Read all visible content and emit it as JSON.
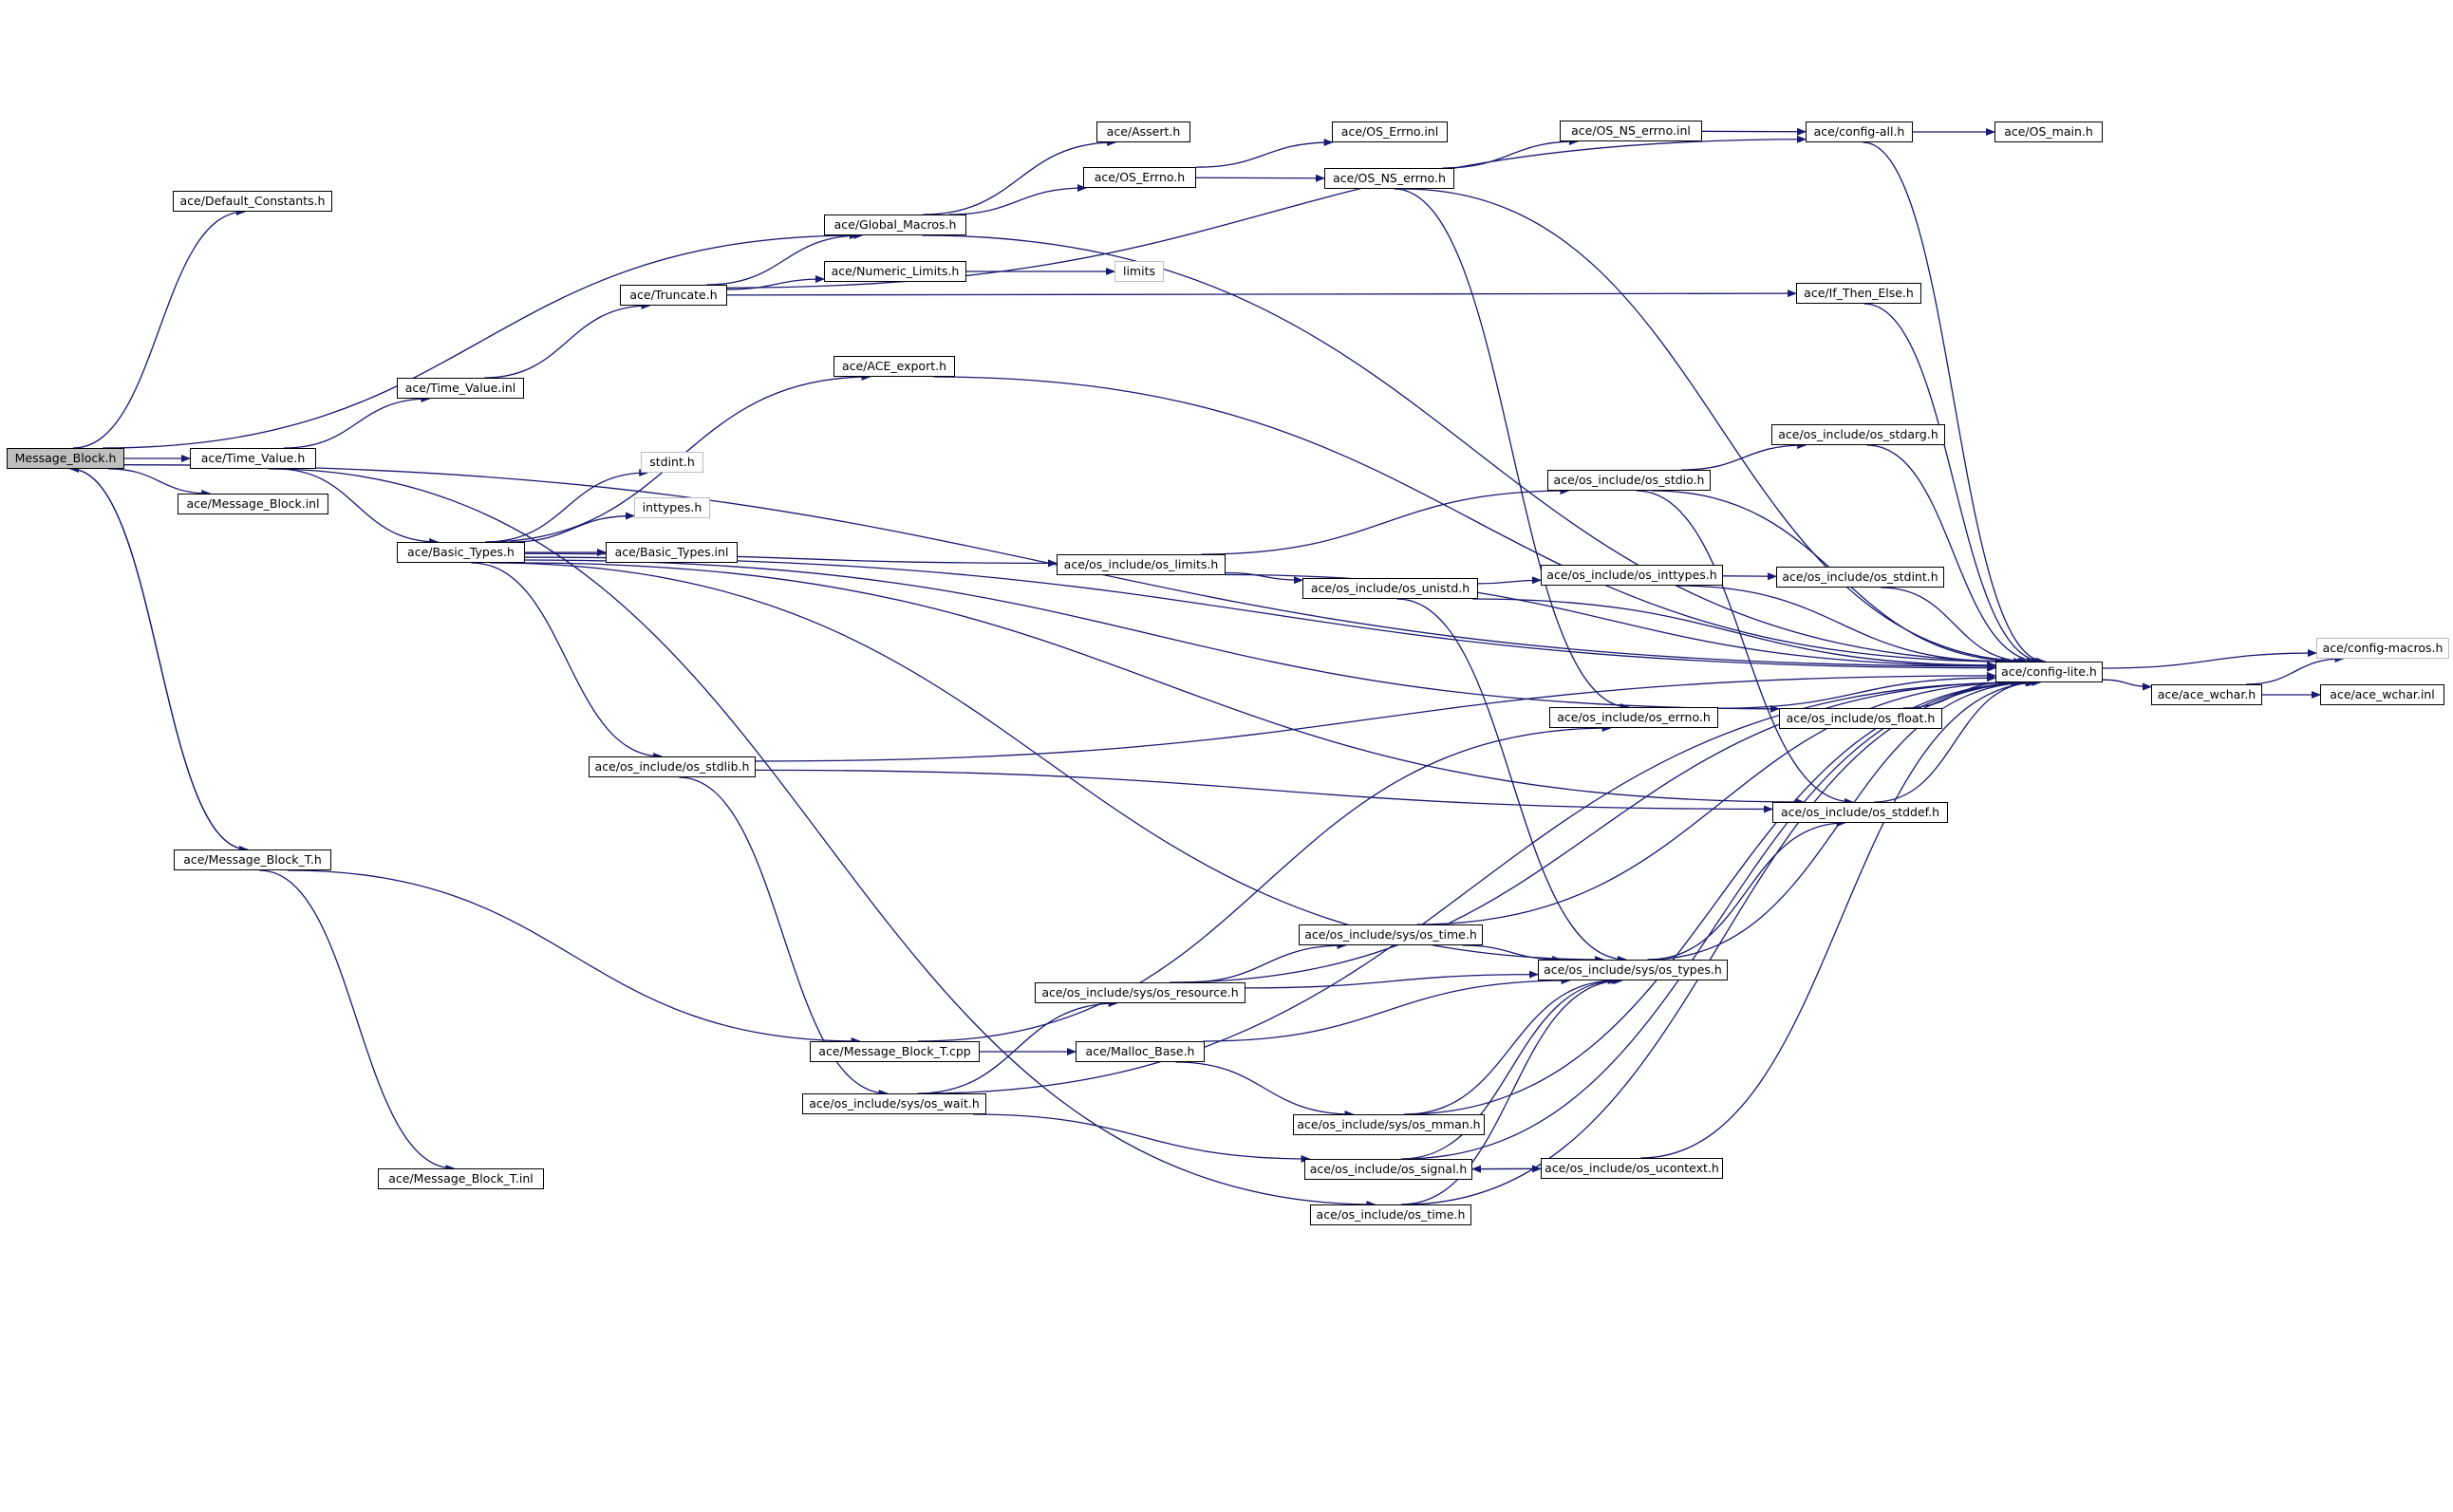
{
  "graph": {
    "nodes": {
      "message_block_h": "Message_Block.h",
      "default_constants_h": "ace/Default_Constants.h",
      "time_value_h": "ace/Time_Value.h",
      "message_block_inl": "ace/Message_Block.inl",
      "message_block_t_h": "ace/Message_Block_T.h",
      "message_block_t_inl": "ace/Message_Block_T.inl",
      "time_value_inl": "ace/Time_Value.inl",
      "basic_types_h": "ace/Basic_Types.h",
      "truncate_h": "ace/Truncate.h",
      "global_macros_h": "ace/Global_Macros.h",
      "numeric_limits_h": "ace/Numeric_Limits.h",
      "limits": "limits",
      "ace_export_h": "ace/ACE_export.h",
      "stdint_h": "stdint.h",
      "inttypes_h": "inttypes.h",
      "basic_types_inl": "ace/Basic_Types.inl",
      "os_stdlib_h": "ace/os_include/os_stdlib.h",
      "message_block_t_cpp": "ace/Message_Block_T.cpp",
      "os_wait_h": "ace/os_include/sys/os_wait.h",
      "assert_h": "ace/Assert.h",
      "os_errno_upper_h": "ace/OS_Errno.h",
      "os_errno_upper_inl": "ace/OS_Errno.inl",
      "os_ns_errno_h": "ace/OS_NS_errno.h",
      "os_ns_errno_inl": "ace/OS_NS_errno.inl",
      "config_all_h": "ace/config-all.h",
      "os_main_h": "ace/OS_main.h",
      "if_then_else_h": "ace/If_Then_Else.h",
      "os_limits_h": "ace/os_include/os_limits.h",
      "os_unistd_h": "ace/os_include/os_unistd.h",
      "os_stdio_h": "ace/os_include/os_stdio.h",
      "os_stdarg_h": "ace/os_include/os_stdarg.h",
      "os_inttypes_h": "ace/os_include/os_inttypes.h",
      "os_stdint_h": "ace/os_include/os_stdint.h",
      "os_errno_h": "ace/os_include/os_errno.h",
      "os_float_h": "ace/os_include/os_float.h",
      "os_stddef_h": "ace/os_include/os_stddef.h",
      "sys_os_time_h": "ace/os_include/sys/os_time.h",
      "os_types_h": "ace/os_include/sys/os_types.h",
      "os_resource_h": "ace/os_include/sys/os_resource.h",
      "malloc_base_h": "ace/Malloc_Base.h",
      "os_mman_h": "ace/os_include/sys/os_mman.h",
      "os_signal_h": "ace/os_include/os_signal.h",
      "os_ucontext_h": "ace/os_include/os_ucontext.h",
      "os_time_h": "ace/os_include/os_time.h",
      "config_lite_h": "ace/config-lite.h",
      "config_macros_h": "ace/config-macros.h",
      "ace_wchar_h": "ace/ace_wchar.h",
      "ace_wchar_inl": "ace/ace_wchar.inl"
    },
    "edges": [
      [
        "message_block_h",
        "default_constants_h"
      ],
      [
        "message_block_h",
        "time_value_h"
      ],
      [
        "message_block_h",
        "message_block_inl"
      ],
      [
        "message_block_h",
        "message_block_t_h"
      ],
      [
        "message_block_h",
        "global_macros_h"
      ],
      [
        "message_block_h",
        "config_lite_h"
      ],
      [
        "message_block_t_h",
        "message_block_h"
      ],
      [
        "message_block_t_h",
        "message_block_t_inl"
      ],
      [
        "message_block_t_h",
        "message_block_t_cpp"
      ],
      [
        "time_value_h",
        "time_value_inl"
      ],
      [
        "time_value_h",
        "basic_types_h"
      ],
      [
        "time_value_h",
        "os_time_h"
      ],
      [
        "time_value_inl",
        "truncate_h"
      ],
      [
        "truncate_h",
        "global_macros_h"
      ],
      [
        "truncate_h",
        "numeric_limits_h"
      ],
      [
        "truncate_h",
        "if_then_else_h"
      ],
      [
        "truncate_h",
        "config_all_h"
      ],
      [
        "numeric_limits_h",
        "limits"
      ],
      [
        "global_macros_h",
        "assert_h"
      ],
      [
        "global_macros_h",
        "os_errno_upper_h"
      ],
      [
        "global_macros_h",
        "config_lite_h"
      ],
      [
        "os_errno_upper_h",
        "os_errno_upper_inl"
      ],
      [
        "os_errno_upper_h",
        "os_ns_errno_h"
      ],
      [
        "os_ns_errno_h",
        "os_ns_errno_inl"
      ],
      [
        "os_ns_errno_h",
        "os_errno_h"
      ],
      [
        "os_ns_errno_h",
        "config_lite_h"
      ],
      [
        "os_ns_errno_inl",
        "config_all_h"
      ],
      [
        "config_all_h",
        "os_main_h"
      ],
      [
        "config_all_h",
        "config_lite_h"
      ],
      [
        "if_then_else_h",
        "config_lite_h"
      ],
      [
        "basic_types_h",
        "ace_export_h"
      ],
      [
        "basic_types_h",
        "stdint_h"
      ],
      [
        "basic_types_h",
        "inttypes_h"
      ],
      [
        "basic_types_h",
        "basic_types_inl"
      ],
      [
        "basic_types_h",
        "os_limits_h"
      ],
      [
        "basic_types_h",
        "os_stdlib_h"
      ],
      [
        "basic_types_h",
        "os_float_h"
      ],
      [
        "basic_types_h",
        "os_stddef_h"
      ],
      [
        "basic_types_h",
        "os_types_h"
      ],
      [
        "basic_types_h",
        "config_lite_h"
      ],
      [
        "ace_export_h",
        "config_lite_h"
      ],
      [
        "os_limits_h",
        "os_unistd_h"
      ],
      [
        "os_limits_h",
        "os_stdio_h"
      ],
      [
        "os_limits_h",
        "config_lite_h"
      ],
      [
        "os_unistd_h",
        "os_inttypes_h"
      ],
      [
        "os_unistd_h",
        "os_types_h"
      ],
      [
        "os_unistd_h",
        "config_lite_h"
      ],
      [
        "os_stdio_h",
        "os_stdarg_h"
      ],
      [
        "os_stdio_h",
        "os_stddef_h"
      ],
      [
        "os_stdio_h",
        "config_lite_h"
      ],
      [
        "os_stdarg_h",
        "config_lite_h"
      ],
      [
        "os_inttypes_h",
        "os_stdint_h"
      ],
      [
        "os_inttypes_h",
        "config_lite_h"
      ],
      [
        "os_stdint_h",
        "config_lite_h"
      ],
      [
        "os_float_h",
        "config_lite_h"
      ],
      [
        "os_errno_h",
        "config_lite_h"
      ],
      [
        "os_stddef_h",
        "config_lite_h"
      ],
      [
        "os_stdlib_h",
        "os_stddef_h"
      ],
      [
        "os_stdlib_h",
        "os_wait_h"
      ],
      [
        "os_stdlib_h",
        "config_lite_h"
      ],
      [
        "message_block_t_cpp",
        "malloc_base_h"
      ],
      [
        "message_block_t_cpp",
        "os_errno_h"
      ],
      [
        "os_wait_h",
        "os_resource_h"
      ],
      [
        "os_wait_h",
        "os_signal_h"
      ],
      [
        "os_wait_h",
        "config_lite_h"
      ],
      [
        "os_resource_h",
        "sys_os_time_h"
      ],
      [
        "os_resource_h",
        "os_types_h"
      ],
      [
        "os_resource_h",
        "config_lite_h"
      ],
      [
        "sys_os_time_h",
        "os_types_h"
      ],
      [
        "sys_os_time_h",
        "config_lite_h"
      ],
      [
        "os_types_h",
        "os_stddef_h"
      ],
      [
        "os_types_h",
        "config_lite_h"
      ],
      [
        "malloc_base_h",
        "os_types_h"
      ],
      [
        "malloc_base_h",
        "os_mman_h"
      ],
      [
        "os_mman_h",
        "os_types_h"
      ],
      [
        "os_mman_h",
        "config_lite_h"
      ],
      [
        "os_signal_h",
        "os_types_h"
      ],
      [
        "os_signal_h",
        "os_ucontext_h"
      ],
      [
        "os_signal_h",
        "config_lite_h"
      ],
      [
        "os_ucontext_h",
        "os_signal_h"
      ],
      [
        "os_ucontext_h",
        "config_lite_h"
      ],
      [
        "os_time_h",
        "os_types_h"
      ],
      [
        "os_time_h",
        "config_lite_h"
      ],
      [
        "config_lite_h",
        "config_macros_h"
      ],
      [
        "config_lite_h",
        "ace_wchar_h"
      ],
      [
        "ace_wchar_h",
        "ace_wchar_inl"
      ],
      [
        "ace_wchar_h",
        "config_macros_h"
      ]
    ]
  },
  "colors": {
    "edge": "#191970",
    "root_fill": "#bfbfbf",
    "node_border": "#000000",
    "system_header_border": "#bdbdbd"
  }
}
